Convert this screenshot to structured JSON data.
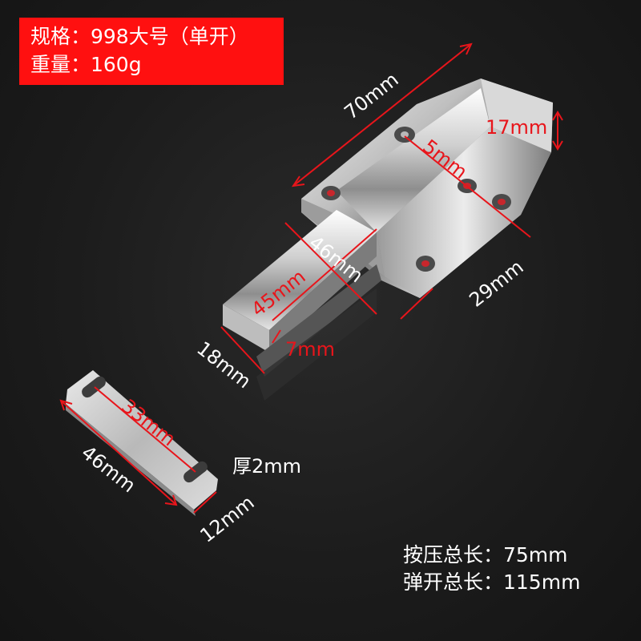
{
  "spec": {
    "line1": "规格：998大号（单开）",
    "line2": "重量：160g"
  },
  "dimensions": {
    "d70": "70mm",
    "d17": "17mm",
    "d5": "5mm",
    "d46_body": "46mm",
    "d45": "45mm",
    "d29": "29mm",
    "d18": "18mm",
    "d7": "7mm",
    "d33": "33mm",
    "d46_plate": "46mm",
    "d12": "12mm",
    "thickness": "厚2mm"
  },
  "totals": {
    "press_length": "按压总长：75mm",
    "open_length": "弹开总长：115mm"
  },
  "colors": {
    "background": "#1a1a1a",
    "spec_box": "#ff1010",
    "dimension_red": "#e8151b",
    "text_white": "#ffffff"
  }
}
